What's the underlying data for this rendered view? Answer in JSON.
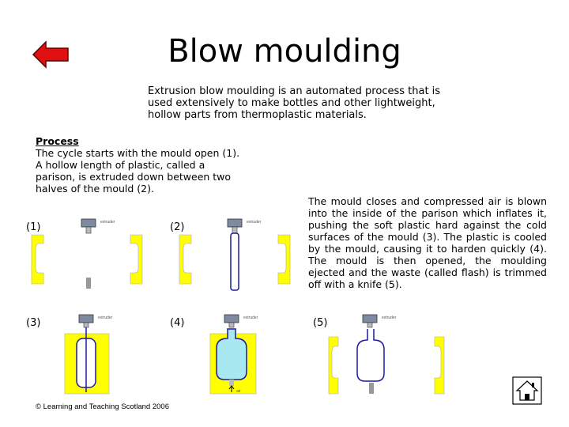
{
  "title": "Blow moulding",
  "intro": "Extrusion blow moulding is an automated  process that is used extensively to make bottles and other lightweight, hollow parts from thermoplastic materials.",
  "process": {
    "heading": "Process",
    "text": "The cycle starts with the mould open (1). A hollow length of plastic, called a parison, is extruded down between two halves of the mould (2)."
  },
  "description": "The mould closes and compressed air is blown into the inside of the parison which inflates it, pushing the soft plastic hard against the cold surfaces of the mould (3). The plastic is cooled by the mould, causing it to harden quickly (4). The mould is then opened, the moulding ejected and the waste (called flash) is trimmed off with a knife (5).",
  "stages": [
    {
      "label": "(1)",
      "extruder": "extruder"
    },
    {
      "label": "(2)",
      "extruder": "extruder"
    },
    {
      "label": "(3)",
      "extruder": "extruder"
    },
    {
      "label": "(4)",
      "extruder": "extruder",
      "air": "air"
    },
    {
      "label": "(5)",
      "extruder": "extruder"
    }
  ],
  "copyright": "© Learning and Teaching Scotland 2006",
  "colors": {
    "mould": "#ffff00",
    "parison": "#1a1aa0",
    "inflated": "#a8e8f0",
    "back_arrow": "#e01010"
  },
  "icons": {
    "back": "back-arrow-icon",
    "home": "home-icon"
  }
}
